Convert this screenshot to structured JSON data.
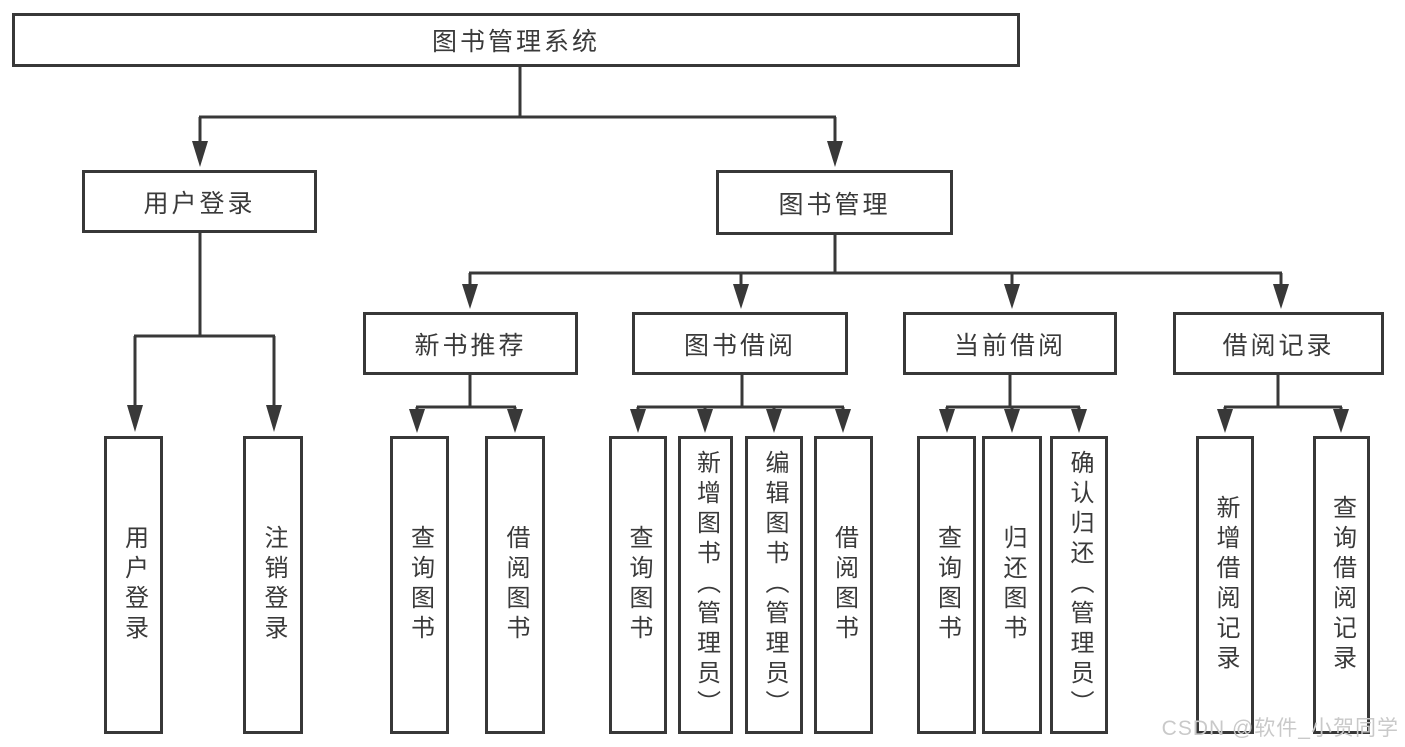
{
  "diagram": {
    "watermark": "CSDN @软件_小贺同学",
    "colors": {
      "line": "#383838",
      "box_border": "#383838",
      "text": "#3a3a3a",
      "watermark": "#c9c9c9",
      "background": "#ffffff"
    },
    "tree": {
      "root": {
        "label": "图书管理系统"
      },
      "branches": [
        {
          "label": "用户登录",
          "children": [
            {
              "label": "用户登录"
            },
            {
              "label": "注销登录"
            }
          ]
        },
        {
          "label": "图书管理",
          "children": [
            {
              "label": "新书推荐",
              "children": [
                {
                  "label": "查询图书"
                },
                {
                  "label": "借阅图书"
                }
              ]
            },
            {
              "label": "图书借阅",
              "children": [
                {
                  "label": "查询图书"
                },
                {
                  "label": "新增图书（管理员）"
                },
                {
                  "label": "编辑图书（管理员）"
                },
                {
                  "label": "借阅图书"
                }
              ]
            },
            {
              "label": "当前借阅",
              "children": [
                {
                  "label": "查询图书"
                },
                {
                  "label": "归还图书"
                },
                {
                  "label": "确认归还（管理员）"
                }
              ]
            },
            {
              "label": "借阅记录",
              "children": [
                {
                  "label": "新增借阅记录"
                },
                {
                  "label": "查询借阅记录"
                }
              ]
            }
          ]
        }
      ]
    }
  }
}
